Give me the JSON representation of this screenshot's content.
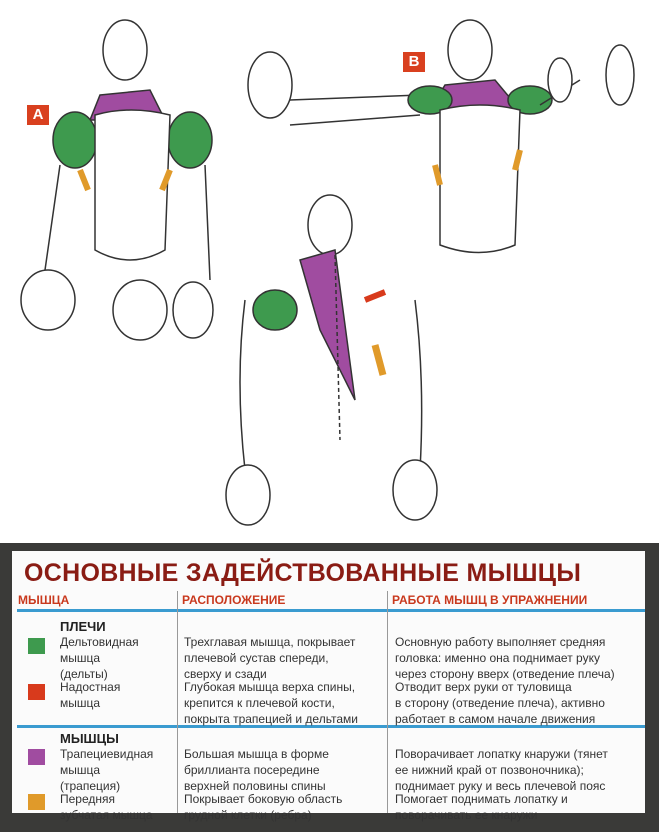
{
  "illustration": {
    "labels": [
      "A",
      "B"
    ],
    "colors": {
      "deltoid": "#3e9a4e",
      "supraspinatus": "#d83a1c",
      "trapezius": "#a04ca0",
      "serratus": "#e09a2a"
    }
  },
  "table": {
    "title": "ОСНОВНЫЕ ЗАДЕЙСТВОВАННЫЕ МЫШЦЫ",
    "headers": [
      "МЫШЦА",
      "РАСПОЛОЖЕНИЕ",
      "РАБОТА МЫШЦ В УПРАЖНЕНИИ"
    ],
    "sections": [
      {
        "title": "ПЛЕЧИ",
        "rows": [
          {
            "color": "#3e9a4e",
            "muscle": "Дельтовидная\nмышца\n(дельты)",
            "location": "Трехглавая мышца, покрывает\nплечевой сустав спереди,\nсверху и сзади",
            "function": "Основную работу выполняет средняя\nголовка: именно она поднимает руку\nчерез сторону вверх (отведение плеча)"
          },
          {
            "color": "#d83a1c",
            "muscle": "Надостная\nмышца",
            "location": "Глубокая мышца верха спины,\nкрепится к плечевой кости,\nпокрыта трапецией и дельтами",
            "function": "Отводит верх руки от туловища\nв сторону (отведение плеча), активно\nработает в самом начале движения"
          }
        ]
      },
      {
        "title": "МЫШЦЫ",
        "rows": [
          {
            "color": "#a04ca0",
            "muscle": "Трапециевидная\nмышца\n(трапеция)",
            "location": "Большая мышца в форме\nбриллианта посередине\nверхней половины спины",
            "function": "Поворачивает лопатку кнаружи (тянет\nее нижний край от позвоночника);\nподнимает руку и весь плечевой пояс"
          },
          {
            "color": "#e09a2a",
            "muscle": "Передняя\nзубчатая мышца",
            "location": "Покрывает боковую область\nгрудной клетки (ребра)",
            "function": "Помогает поднимать лопатку и\nповорачивать ее кнаружи"
          }
        ]
      }
    ]
  }
}
